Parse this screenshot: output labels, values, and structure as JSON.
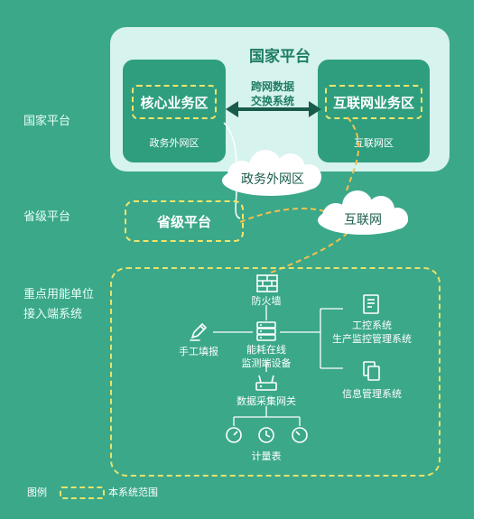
{
  "levels": {
    "national": "国家平台",
    "provincial": "省级平台",
    "access_line1": "重点用能单位",
    "access_line2": "接入端系统"
  },
  "national": {
    "title": "国家平台",
    "core_zone": "核心业务区",
    "core_sub": "政务外网区",
    "internet_zone": "互联网业务区",
    "internet_sub": "互联网区",
    "exchange_line1": "跨网数据",
    "exchange_line2": "交换系统"
  },
  "clouds": {
    "gov": "政务外网区",
    "internet": "互联网"
  },
  "provincial": {
    "title": "省级平台"
  },
  "access": {
    "firewall": "防火墙",
    "manual": "手工填报",
    "monitor_line1": "能耗在线",
    "monitor_line2": "监测端设备",
    "gateway": "数据采集网关",
    "meter": "计量表",
    "control_line1": "工控系统",
    "control_line2": "生产监控管理系统",
    "info": "信息管理系统"
  },
  "legend": {
    "label": "图例",
    "desc": "本系统范围"
  },
  "colors": {
    "background": "#3ba88a",
    "zone": "#2f9e7f",
    "panel": "#d6f3ee",
    "dashed": "#f2e46a"
  }
}
